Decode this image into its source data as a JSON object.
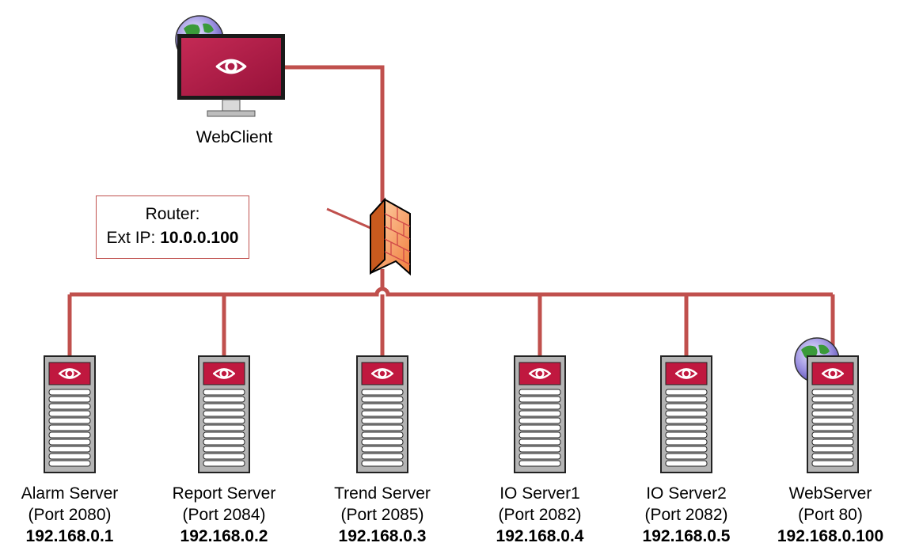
{
  "client": {
    "label": "WebClient"
  },
  "router": {
    "title": "Router:",
    "ext_prefix": "Ext IP: ",
    "ext_ip": "10.0.0.100"
  },
  "servers": [
    {
      "name": "Alarm Server",
      "port": "(Port 2080)",
      "ip": "192.168.0.1"
    },
    {
      "name": "Report Server",
      "port": "(Port 2084)",
      "ip": "192.168.0.2"
    },
    {
      "name": "Trend Server",
      "port": "(Port 2085)",
      "ip": "192.168.0.3"
    },
    {
      "name": "IO Server1",
      "port": "(Port 2082)",
      "ip": "192.168.0.4"
    },
    {
      "name": "IO Server2",
      "port": "(Port 2082)",
      "ip": "192.168.0.5"
    },
    {
      "name": "WebServer",
      "port": "(Port 80)",
      "ip": "192.168.0.100"
    }
  ],
  "colors": {
    "link": "#c0504d",
    "brand": "#c0183f",
    "server_body": "#b4b4b4"
  }
}
